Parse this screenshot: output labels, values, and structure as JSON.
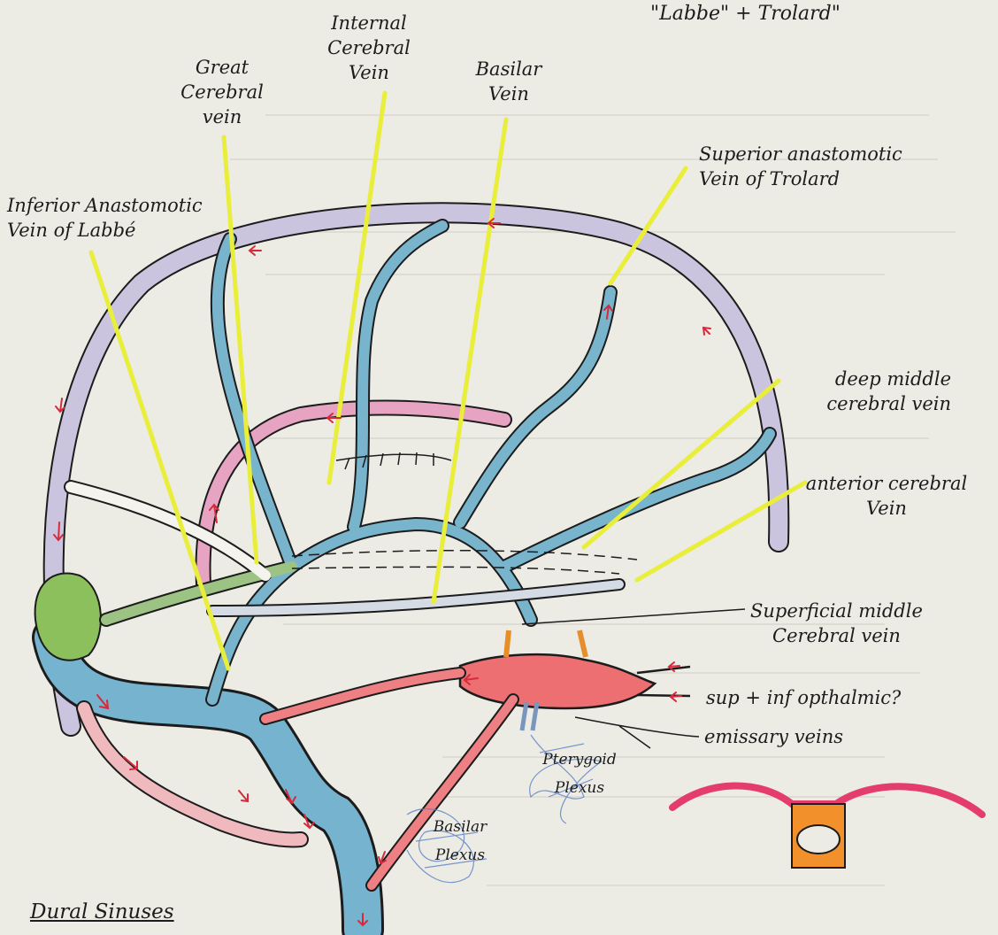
{
  "header_note": "\"Labbe\" + Trolard\"",
  "title": "Dural Sinuses",
  "labels": {
    "great_cerebral_vein": "Great\nCerebral\nvein",
    "internal_cerebral_vein": "Internal\nCerebral\nVein",
    "basilar_vein": "Basilar\nVein",
    "superior_anastomotic": "Superior anastomotic\nVein of Trolard",
    "inferior_anastomotic": "Inferior Anastomotic\nVein of Labbé",
    "deep_middle_cerebral": "deep middle\ncerebral vein",
    "anterior_cerebral": "anterior cerebral\nVein",
    "superficial_middle_cerebral": "Superficial middle\nCerebral vein",
    "ophthalmic": "sup + inf opthalmic?",
    "emissary": "emissary veins",
    "pterygoid_plexus": "Pterygoid\nPlexus",
    "basilar_plexus": "Basilar\nPlexus"
  },
  "colors": {
    "paper": "#ecebe4",
    "ink": "#1c1c1c",
    "highlighter": "#e9ee3a",
    "vein_blue": "#7ab4cc",
    "sinus_lavender": "#c9c2dc",
    "sinus_red": "#ee6f72",
    "sinus_pink": "#e9a0c0",
    "sinus_green": "#8cc05c",
    "arrow_red": "#d62a3c",
    "cross_section": "#e43d6c",
    "cross_section_fill": "#f2902c"
  }
}
